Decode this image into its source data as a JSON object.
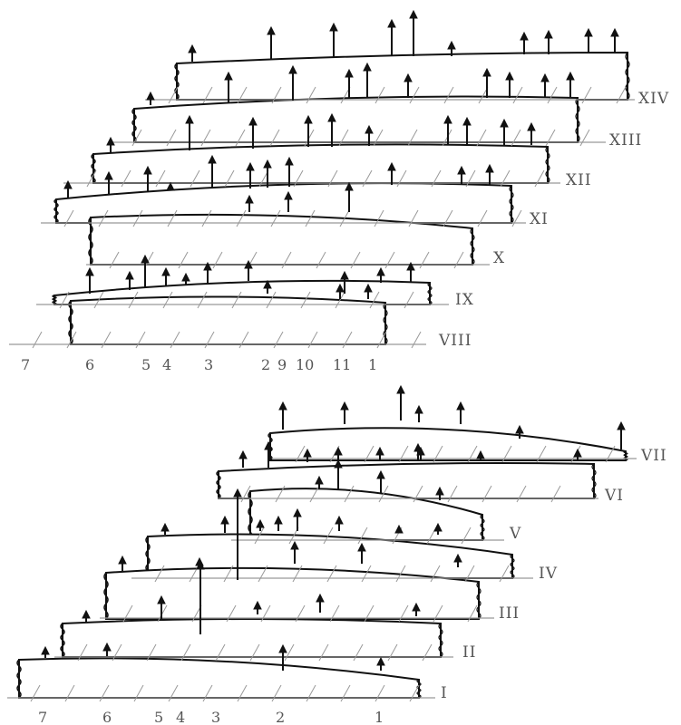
{
  "top_panel": {
    "section_labels": [
      "VIII",
      "IX",
      "X",
      "XI",
      "XII",
      "XIII",
      "XIV"
    ],
    "station_labels": [
      "7",
      "6",
      "5",
      "4",
      "3",
      "2",
      "9",
      "10",
      "11",
      "1"
    ]
  },
  "bottom_panel": {
    "section_labels": [
      "I",
      "II",
      "III",
      "IV",
      "V",
      "VI",
      "VII"
    ],
    "station_labels": [
      "7",
      "6",
      "5",
      "4",
      "3",
      "2",
      "1"
    ]
  },
  "colors": {
    "outline": "#111111",
    "guide": "#999999",
    "label": "#555555"
  }
}
